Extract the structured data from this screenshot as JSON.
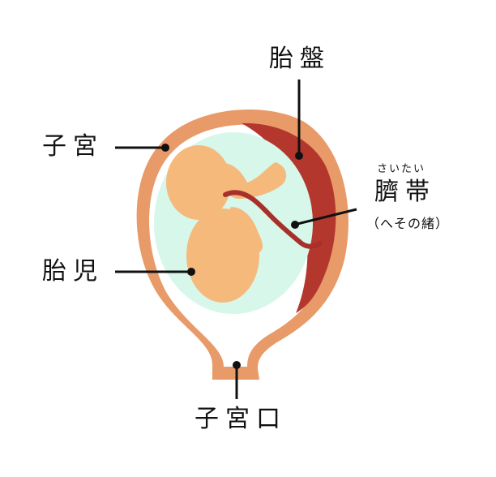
{
  "labels": {
    "placenta": "胎盤",
    "uterus": "子宮",
    "umbilical_cord": "臍帯",
    "umbilical_cord_reading": "さいたい",
    "umbilical_cord_note": "（へその緒）",
    "fetus": "胎児",
    "cervix": "子宮口"
  },
  "colors": {
    "uterus_wall": "#E89A68",
    "placenta": "#B4372E",
    "amniotic_fluid": "#D6F7EA",
    "fetus": "#F6B97C",
    "fetus_shade": "#EFA86A",
    "umbilical_cord": "#A8302A",
    "leader_line": "#111111"
  }
}
